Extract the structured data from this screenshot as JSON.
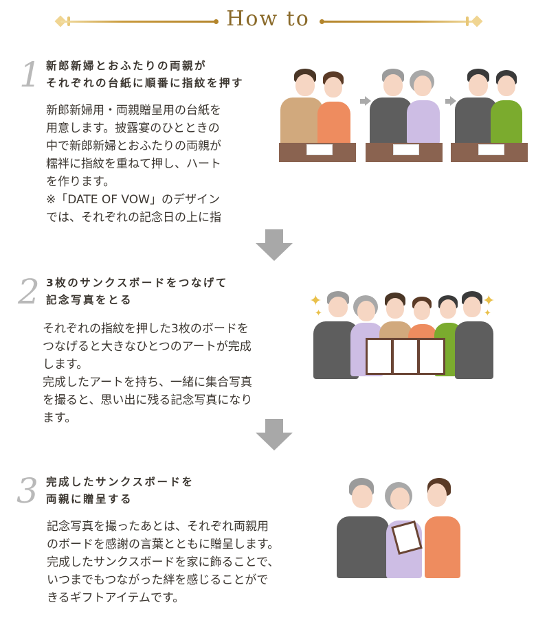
{
  "header": {
    "title": "How to",
    "accent_color": "#b3852c",
    "title_color": "#8a6a2a"
  },
  "steps": [
    {
      "number": "1",
      "heading_lines": [
        "新郎新婦とおふたりの両親が",
        "それぞれの台紙に順番に指紋を押す"
      ],
      "body": "新郎新婦用・両親贈呈用の台紙を\n用意します。披露宴のひとときの\n中で新郎新婦とおふたりの両親が\n糯袢に指紋を重ねて押し、ハート\nを作ります。\n※「DATE OF VOW」のデザイン\nでは、それぞれの記念日の上に指",
      "illustration": "three-couples-pressing-fingerprints"
    },
    {
      "number": "2",
      "heading_lines": [
        "3枚のサンクスボードをつなげて",
        "記念写真をとる"
      ],
      "body": "それぞれの指紋を押した3枚のボードを\nつなげると大きなひとつのアートが完成\nします。\n完成したアートを持ち、一緒に集合写真\nを撮ると、思い出に残る記念写真になり\nます。",
      "illustration": "group-photo-with-boards"
    },
    {
      "number": "3",
      "heading_lines": [
        "完成したサンクスボードを",
        "両親に贈呈する"
      ],
      "body": "記念写真を撮ったあとは、それぞれ両親用\nのボードを感謝の言葉とともに贈呈します。\n完成したサンクスボードを家に飾ることで、\nいつまでもつながった絆を感じることがで\nきるギフトアイテムです。",
      "illustration": "bride-presenting-board-to-parents"
    }
  ],
  "arrows": {
    "color": "#a8a8a8",
    "icon": "arrow-down-icon"
  }
}
